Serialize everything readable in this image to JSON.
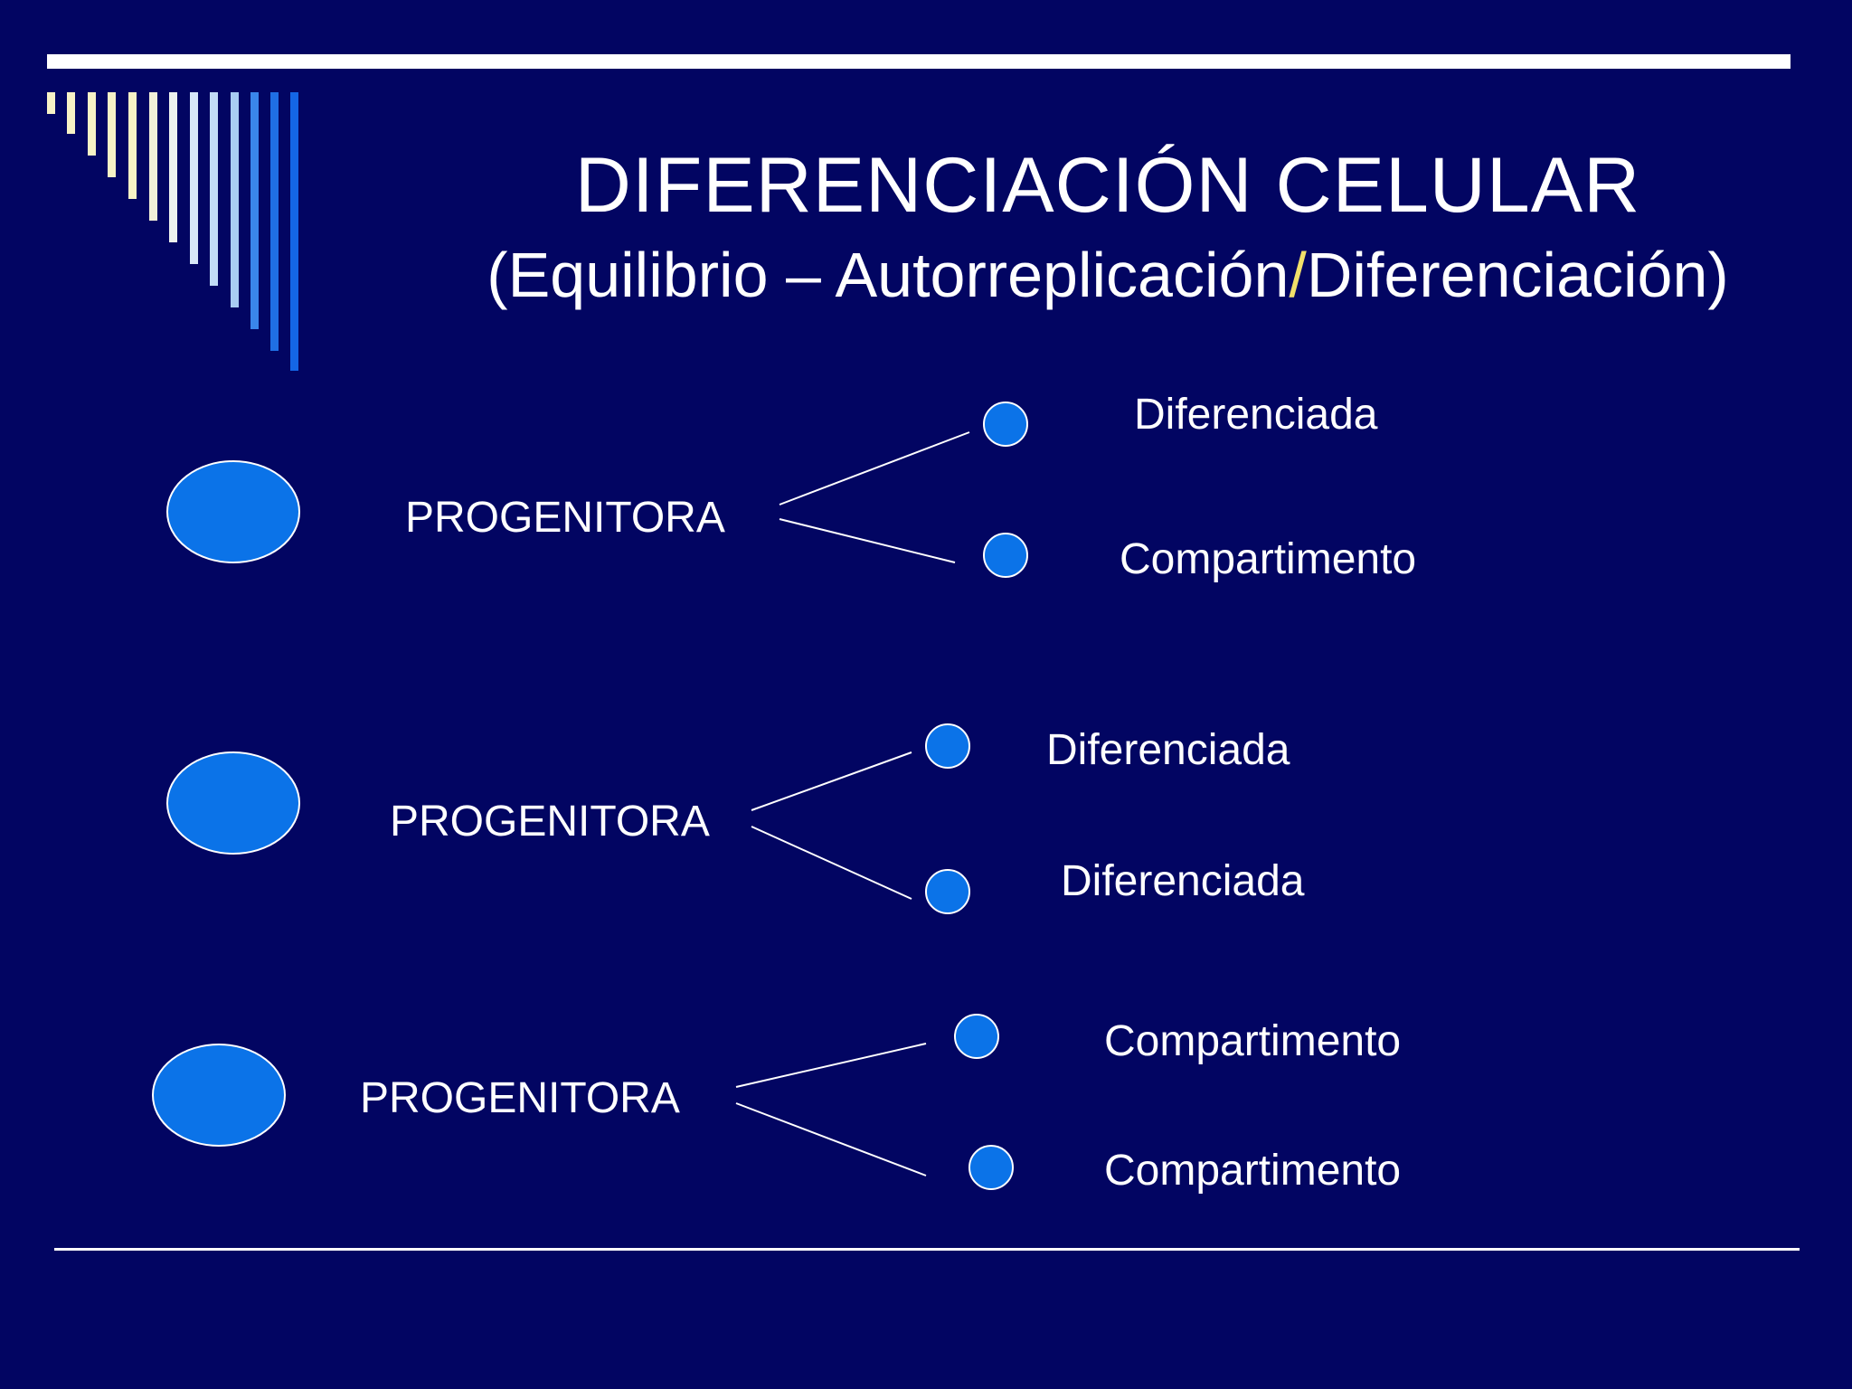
{
  "title": {
    "main": "DIFERENCIACIÓN  CELULAR",
    "sub_part1": "(Equilibrio – Autorreplicación",
    "sub_slash": "/",
    "sub_part2": "Diferenciación)"
  },
  "colors": {
    "background": "#020562",
    "cell_fill": "#0b73e8",
    "line": "#ffffff",
    "slash_accent": "#f2e06a"
  },
  "rows": [
    {
      "parent_label": "PROGENITORA",
      "children": [
        {
          "label": "Diferenciada"
        },
        {
          "label": "Compartimento"
        }
      ]
    },
    {
      "parent_label": "PROGENITORA",
      "children": [
        {
          "label": "Diferenciada"
        },
        {
          "label": "Diferenciada"
        }
      ]
    },
    {
      "parent_label": "PROGENITORA",
      "children": [
        {
          "label": "Compartimento"
        },
        {
          "label": "Compartimento"
        }
      ]
    }
  ]
}
